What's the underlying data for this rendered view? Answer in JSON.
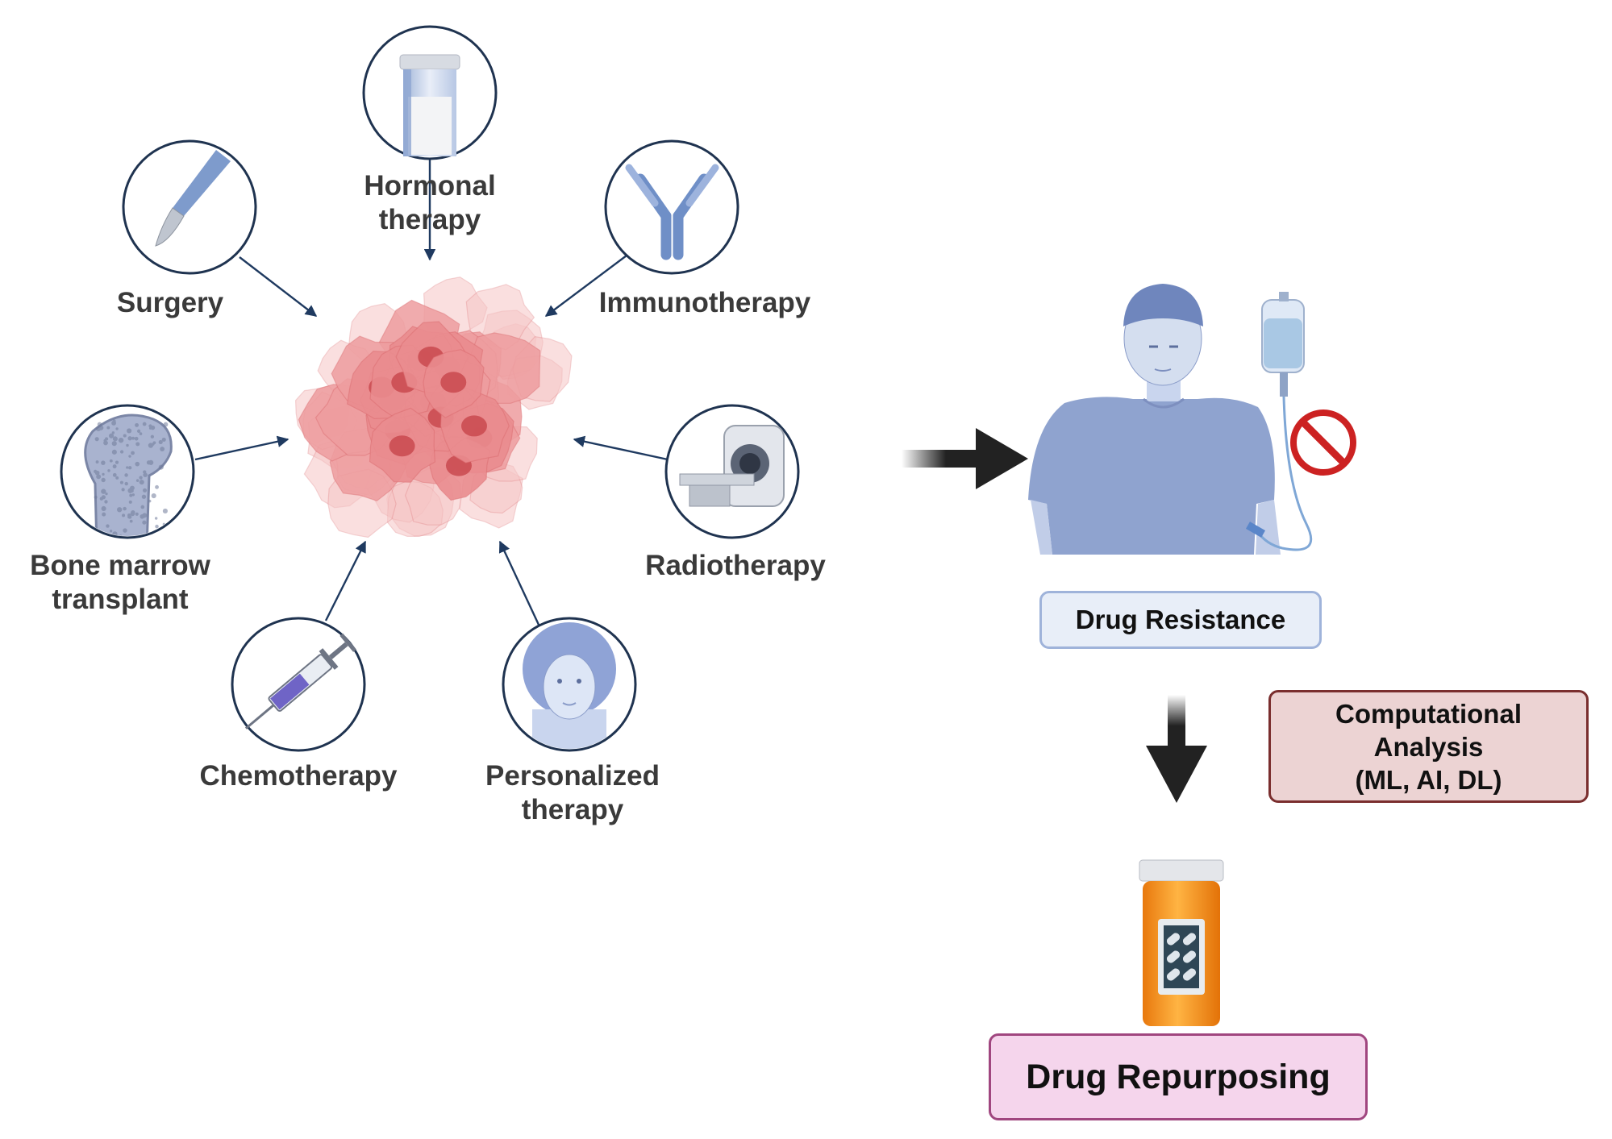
{
  "treatments": {
    "hormonal": [
      "Hormonal",
      "therapy"
    ],
    "surgery": "Surgery",
    "immunotherapy": "Immunotherapy",
    "bone_marrow": [
      "Bone marrow",
      "transplant"
    ],
    "radiotherapy": "Radiotherapy",
    "chemotherapy": "Chemotherapy",
    "personalized": [
      "Personalized",
      "therapy"
    ]
  },
  "outcome": {
    "drug_resistance": "Drug Resistance",
    "computational": [
      "Computational",
      "Analysis",
      "(ML, AI, DL)"
    ],
    "drug_repurposing": "Drug Repurposing"
  },
  "icons": {
    "hormonal": "hormone-vial-icon",
    "surgery": "scalpel-icon",
    "immunotherapy": "antibody-icon",
    "bone_marrow": "bone-icon",
    "radiotherapy": "ct-scanner-icon",
    "chemotherapy": "syringe-icon",
    "personalized": "patient-face-icon",
    "tumor": "tumor-cell-cluster-icon",
    "patient": "patient-with-iv-icon",
    "no_entry": "no-entry-icon",
    "pill_bottle": "pill-bottle-icon"
  },
  "colors": {
    "arrow_navy": "#1f3a60",
    "circle_stroke": "#1f3350",
    "resistance_fill": "#e8eef8",
    "resistance_border": "#9fb3da",
    "computational_fill": "#ecd3d3",
    "computational_border": "#7a2e2e",
    "repurposing_fill": "#f5d5ec",
    "repurposing_border": "#a0467f",
    "no_entry_red": "#cc2222",
    "tumor_pink": "#e88a8a"
  }
}
